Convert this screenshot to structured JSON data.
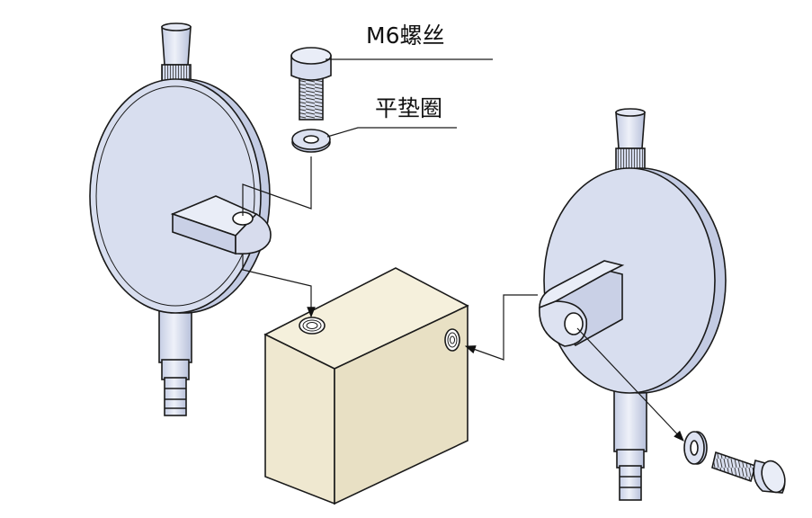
{
  "labels": {
    "screw": "M6螺丝",
    "washer": "平垫圈"
  },
  "colors": {
    "gauge_body": "#d8deef",
    "gauge_shade": "#c3cbe3",
    "block_front": "#efe8d0",
    "block_top": "#f5f0dc",
    "block_side": "#e6dec0",
    "outline": "#1a1a1a"
  },
  "parts": [
    "dial-gauge-left",
    "dial-gauge-right",
    "mounting-block",
    "m6-screw-top",
    "washer-top",
    "m6-screw-right",
    "washer-right"
  ]
}
